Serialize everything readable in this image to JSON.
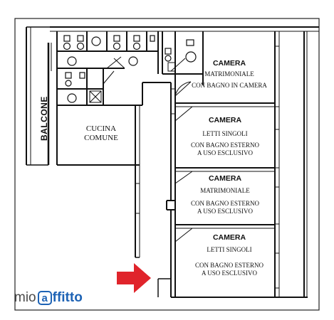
{
  "labels": {
    "balcone": "BALCONE",
    "cucina_line1": "CUCINA",
    "cucina_line2": "COMUNE",
    "room1_title": "CAMERA",
    "room1_line1": "MATRIMONIALE",
    "room1_line2": "CON BAGNO IN CAMERA",
    "room2_title": "CAMERA",
    "room2_line1": "LETTI SINGOLI",
    "room2_line2": "CON BAGNO ESTERNO",
    "room2_line3": "A USO ESCLUSIVO",
    "room3_title": "CAMERA",
    "room3_line1": "MATRIMONIALE",
    "room3_line2": "CON BAGNO ESTERNO",
    "room3_line3": "A USO ESCLUSIVO",
    "room4_title": "CAMERA",
    "room4_line1": "LETTI SINGOLI",
    "room4_line2": "CON BAGNO ESTERNO",
    "room4_line3": "A USO ESCLUSIVO"
  },
  "watermark": {
    "part1": "mio",
    "part2": "a",
    "part3": "ffitto"
  },
  "colors": {
    "wall": "#111111",
    "arrow": "#e0242b",
    "logo_blue": "#1e63b5",
    "logo_gray": "#4a4a4a"
  },
  "icons": [
    "toilet-icon",
    "sink-icon",
    "shower-icon",
    "door-swing-icon",
    "entrance-arrow-icon"
  ]
}
